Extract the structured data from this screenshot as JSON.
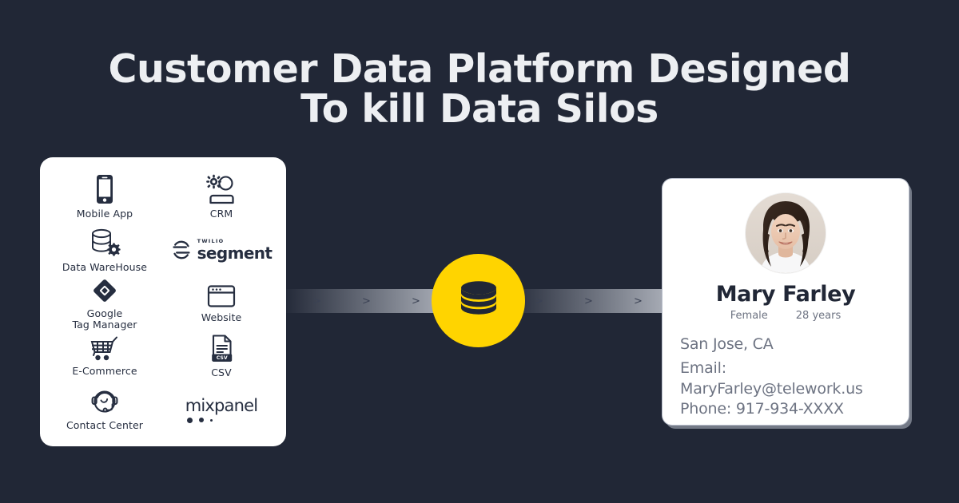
{
  "theme": {
    "background": "#212736",
    "accent_yellow": "#FFD400",
    "card_white": "#FFFFFF",
    "ink": "#262E40",
    "muted_text": "#6D7382",
    "title_text": "#EDEFF2"
  },
  "headline": {
    "line1": "Customer Data Platform Designed",
    "line2": "To kill Data Silos"
  },
  "sources_card": {
    "items": [
      {
        "label": "Mobile App",
        "icon": "mobile-phone-icon",
        "type": "labeled"
      },
      {
        "label": "CRM",
        "icon": "crm-person-gear-icon",
        "type": "labeled"
      },
      {
        "label": "Data WareHouse",
        "icon": "database-gear-icon",
        "type": "labeled"
      },
      {
        "label": "Twilio Segment",
        "icon": "twilio-segment-logo",
        "type": "logo",
        "brand_small": "TWILIO",
        "brand_name": "segment"
      },
      {
        "label": "Google\nTag Manager",
        "label_line1": "Google",
        "label_line2": "Tag Manager",
        "icon": "google-tag-manager-icon",
        "type": "labeled"
      },
      {
        "label": "Website",
        "icon": "browser-window-icon",
        "type": "labeled"
      },
      {
        "label": "E-Commerce",
        "icon": "shopping-cart-icon",
        "type": "labeled"
      },
      {
        "label": "CSV",
        "icon": "csv-file-icon",
        "badge": "CSV",
        "type": "labeled"
      },
      {
        "label": "Contact Center",
        "icon": "headset-agent-icon",
        "type": "labeled"
      },
      {
        "label": "Mixpanel",
        "icon": "mixpanel-logo",
        "type": "logo",
        "brand_name": "mixpanel"
      }
    ]
  },
  "flow": {
    "left_arrows": [
      ">",
      ">",
      ">"
    ],
    "right_arrows": [
      ">",
      ">",
      ">"
    ],
    "hub_icon": "database-cylinder-icon"
  },
  "profile_card": {
    "avatar_alt": "portrait-photo",
    "name": "Mary Farley",
    "gender": "Female",
    "age": "28 years",
    "location": "San Jose, CA",
    "email_line": "Email:  MaryFarley@telework.us",
    "phone_line": "Phone: 917-934-XXXX"
  }
}
